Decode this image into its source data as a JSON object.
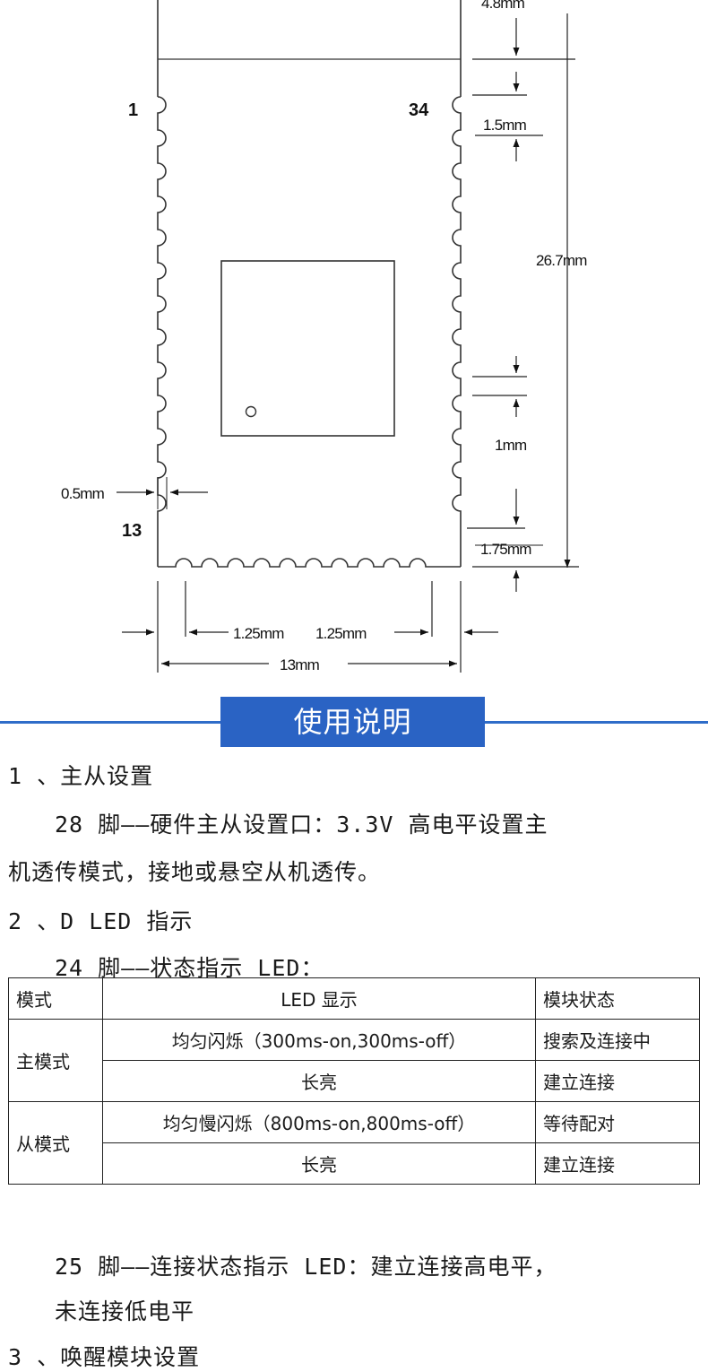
{
  "diagram": {
    "pin_first_left": "1",
    "pin_last_left": "13",
    "pin_first_right": "34",
    "dim_top": "4.8mm",
    "dim_pitch": "1.5mm",
    "dim_length": "26.7mm",
    "dim_pad": "1mm",
    "dim_edge": "0.5mm",
    "dim_bottom_gap": "1.75mm",
    "dim_left_offset": "1.25mm",
    "dim_right_offset": "1.25mm",
    "dim_width": "13mm"
  },
  "section_title": "使用说明",
  "lines": {
    "s1_heading": "1 、主从设置",
    "s1_body_a": "28 脚——硬件主从设置口：3.3V 高电平设置主",
    "s1_body_b": "机透传模式，接地或悬空从机透传。",
    "s2_heading": "2 、D LED  指示",
    "s2_body": "24 脚——状态指示 LED：",
    "s2_pin25_a": "25 脚——连接状态指示 LED：建立连接高电平，",
    "s2_pin25_b": "未连接低电平",
    "s3_heading": "3 、唤醒模块设置"
  },
  "table": {
    "headers": [
      "模式",
      "LED 显示",
      "模块状态"
    ],
    "master": {
      "mode": "主模式",
      "rows": [
        {
          "led": "均匀闪烁（300ms-on,300ms-off）",
          "state": "搜索及连接中"
        },
        {
          "led": "长亮",
          "state": "建立连接"
        }
      ]
    },
    "slave": {
      "mode": "从模式",
      "rows": [
        {
          "led": "均匀慢闪烁（800ms-on,800ms-off）",
          "state": "等待配对"
        },
        {
          "led": "长亮",
          "state": "建立连接"
        }
      ]
    }
  }
}
